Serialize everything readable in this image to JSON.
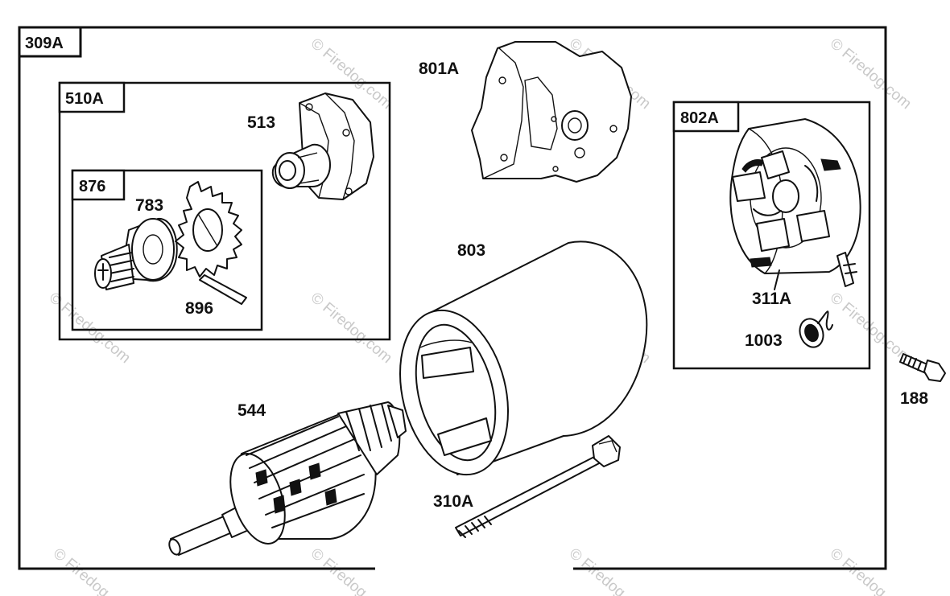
{
  "assembly_label": "309A",
  "boxes": {
    "box_510a": "510A",
    "box_876": "876",
    "box_802a": "802A"
  },
  "parts": {
    "p513": "513",
    "p783": "783",
    "p896": "896",
    "p801a": "801A",
    "p803": "803",
    "p311a": "311A",
    "p1003": "1003",
    "p188": "188",
    "p544": "544",
    "p310a": "310A"
  },
  "watermark": "© Firedog.com"
}
